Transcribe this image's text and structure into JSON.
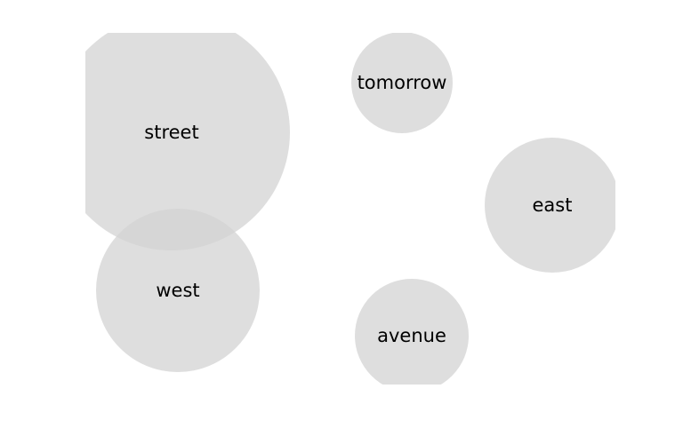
{
  "chart_data": {
    "type": "scatter",
    "bubbles": [
      {
        "label": "street",
        "size": 133
      },
      {
        "label": "west",
        "size": 92
      },
      {
        "label": "tomorrow",
        "size": 57
      },
      {
        "label": "east",
        "size": 76
      },
      {
        "label": "avenue",
        "size": 64
      }
    ],
    "colors": {
      "bubble": "#d3d3d3",
      "text": "#000000",
      "background": "#ffffff"
    }
  }
}
